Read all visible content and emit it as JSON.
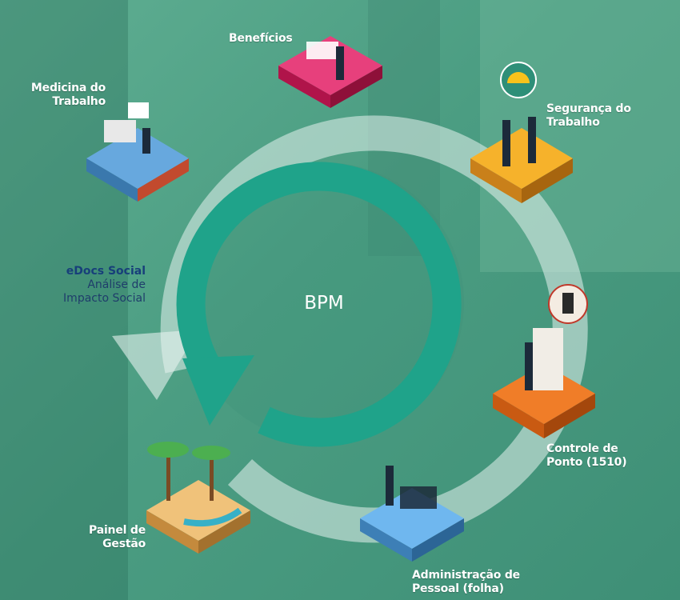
{
  "center": {
    "label": "BPM"
  },
  "side_note": {
    "title": "eDocs Social",
    "line1": "Análise de",
    "line2": "Impacto Social"
  },
  "nodes": [
    {
      "id": "beneficios",
      "line1": "Benefícios",
      "line2": "",
      "color": "#d81b60"
    },
    {
      "id": "seguranca",
      "line1": "Segurança do",
      "line2": "Trabalho",
      "color": "#f2a51a"
    },
    {
      "id": "ponto",
      "line1": "Controle de",
      "line2": "Ponto (1510)",
      "color": "#ef6c1a"
    },
    {
      "id": "administracao",
      "line1": "Administração de",
      "line2": "Pessoal (folha)",
      "color": "#5aa9e6"
    },
    {
      "id": "painel",
      "line1": "Painel de",
      "line2": "Gestão",
      "color": "#e8b46b"
    },
    {
      "id": "medicina",
      "line1": "Medicina do",
      "line2": "Trabalho",
      "color": "#5b9bd5"
    }
  ],
  "colors": {
    "cycle_arrow": "#1fa38a",
    "outer_ring": "#e6f2ee"
  }
}
